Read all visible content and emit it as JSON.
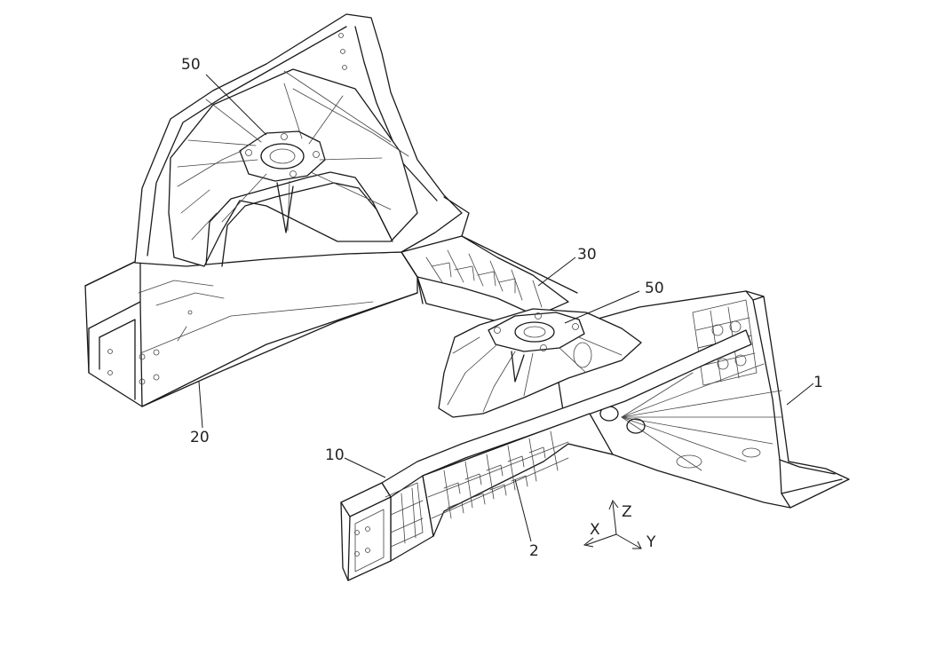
{
  "labels": {
    "rear_tower_ref": "50",
    "front_tower_ref": "50",
    "longitudinal_rail_ref": "30",
    "rear_beam_ref": "20",
    "front_beam_ref": "10",
    "crossmember_ref": "2",
    "body_panel_ref": "1"
  },
  "axes": {
    "x": "X",
    "y": "Y",
    "z": "Z"
  }
}
